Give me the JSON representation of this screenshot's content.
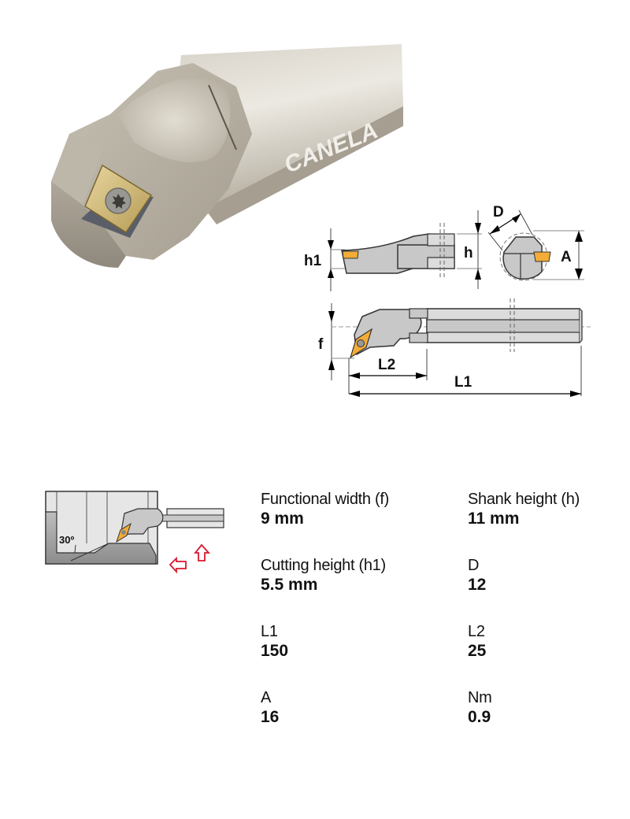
{
  "product_photo": {
    "brand_mark": "CANELA"
  },
  "technical_drawing": {
    "labels": {
      "h1": "h1",
      "h": "h",
      "D": "D",
      "A": "A",
      "f": "f",
      "L2": "L2",
      "L1": "L1"
    },
    "colors": {
      "insert": "#f2ac37",
      "body": "#c8c8c8",
      "body_dark": "#b3b3b3",
      "outline": "#333333"
    }
  },
  "application_diagram": {
    "angle_label": "30º",
    "arrow_color": "#d9182e"
  },
  "specs": [
    {
      "label": "Functional width (f)",
      "value": "9 mm"
    },
    {
      "label": "Shank height (h)",
      "value": "11 mm"
    },
    {
      "label": "Cutting height (h1)",
      "value": "5.5 mm"
    },
    {
      "label": "D",
      "value": "12"
    },
    {
      "label": "L1",
      "value": "150"
    },
    {
      "label": "L2",
      "value": "25"
    },
    {
      "label": "A",
      "value": "16"
    },
    {
      "label": "Nm",
      "value": "0.9"
    }
  ]
}
